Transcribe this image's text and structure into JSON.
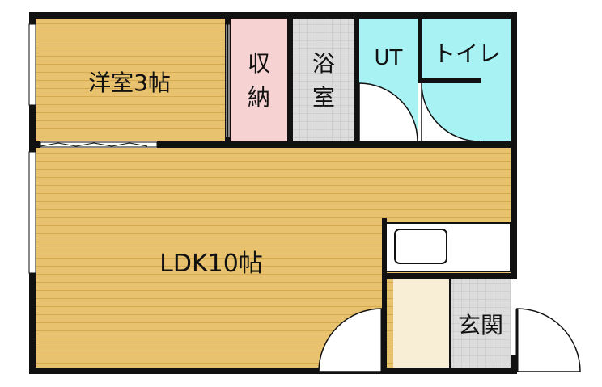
{
  "rooms": {
    "western_room": "洋室3帖",
    "storage": [
      "収",
      "納"
    ],
    "bathroom": [
      "浴",
      "室"
    ],
    "utility": "UT",
    "toilet": "トイレ",
    "ldk": "LDK10帖",
    "entrance": "玄関"
  },
  "colors": {
    "wall": "#111111",
    "wood_floor": "#e8c26e",
    "wood_line": "#d4a94f",
    "storage": "#f6d2d2",
    "tile": "#d9d9d9",
    "wet_area": "#a8f2f4",
    "entrance_step": "#f8eed6",
    "kitchen_counter": "#ffffff"
  }
}
